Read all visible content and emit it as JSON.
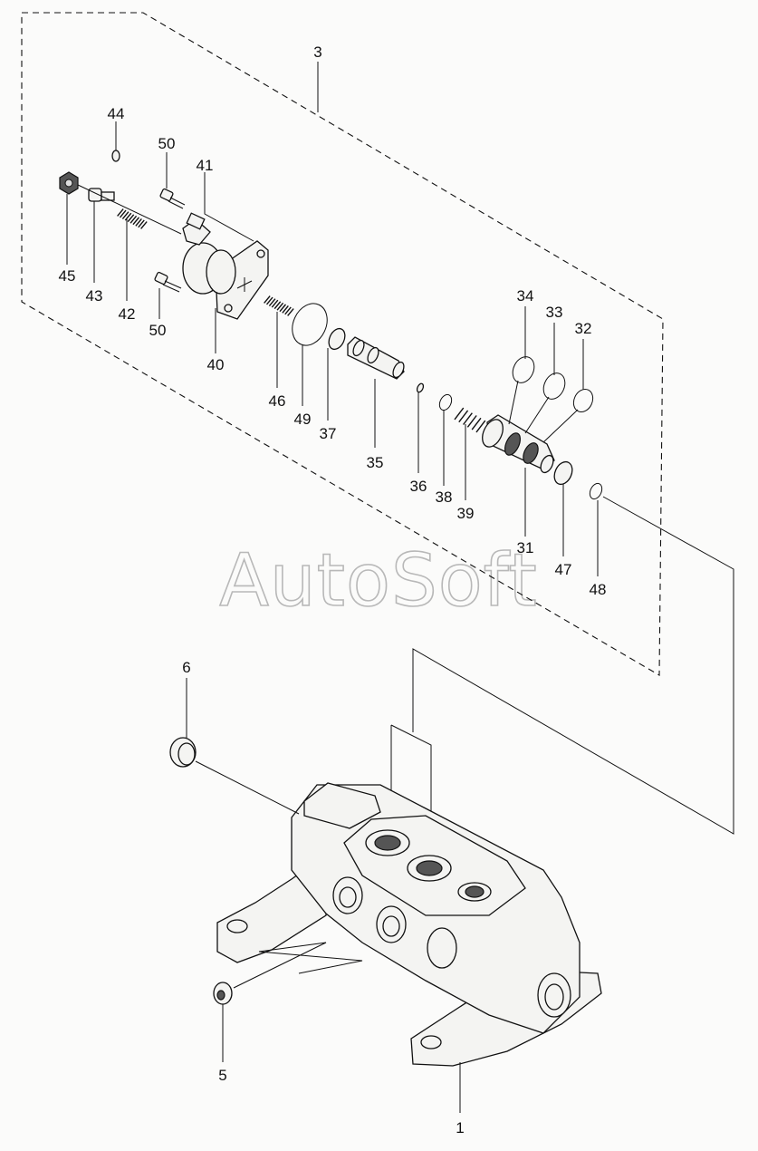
{
  "watermark": "AutoSoft",
  "parts": [
    {
      "id": "p3",
      "number": "3"
    },
    {
      "id": "p44",
      "number": "44"
    },
    {
      "id": "p50a",
      "number": "50"
    },
    {
      "id": "p41",
      "number": "41"
    },
    {
      "id": "p45",
      "number": "45"
    },
    {
      "id": "p43",
      "number": "43"
    },
    {
      "id": "p42",
      "number": "42"
    },
    {
      "id": "p50b",
      "number": "50"
    },
    {
      "id": "p40",
      "number": "40"
    },
    {
      "id": "p46",
      "number": "46"
    },
    {
      "id": "p49",
      "number": "49"
    },
    {
      "id": "p37",
      "number": "37"
    },
    {
      "id": "p35",
      "number": "35"
    },
    {
      "id": "p36",
      "number": "36"
    },
    {
      "id": "p38",
      "number": "38"
    },
    {
      "id": "p39",
      "number": "39"
    },
    {
      "id": "p34",
      "number": "34"
    },
    {
      "id": "p33",
      "number": "33"
    },
    {
      "id": "p32",
      "number": "32"
    },
    {
      "id": "p31",
      "number": "31"
    },
    {
      "id": "p47",
      "number": "47"
    },
    {
      "id": "p48",
      "number": "48"
    },
    {
      "id": "p6",
      "number": "6"
    },
    {
      "id": "p5",
      "number": "5"
    },
    {
      "id": "p1",
      "number": "1"
    }
  ]
}
